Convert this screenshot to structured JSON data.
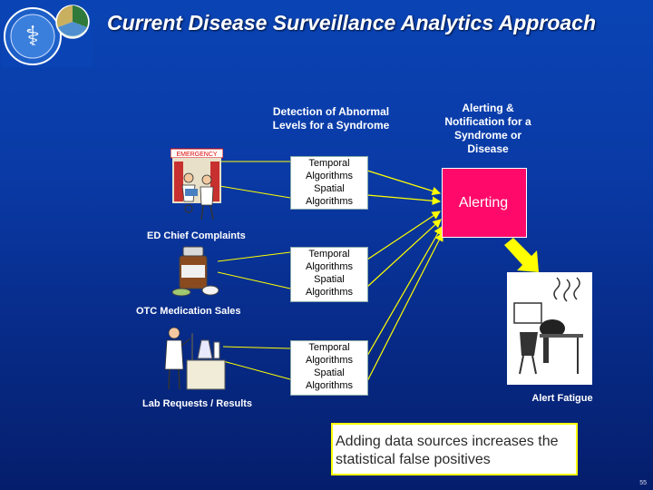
{
  "title": "Current Disease Surveillance Analytics Approach",
  "headers": {
    "detection": "Detection of Abnormal Levels for a Syndrome",
    "alerting": "Alerting & Notification for a Syndrome or Disease"
  },
  "algorithm_boxes": [
    {
      "temporal": "Temporal Algorithms",
      "spatial": "Spatial Algorithms"
    },
    {
      "temporal": "Temporal Algorithms",
      "spatial": "Spatial Algorithms"
    },
    {
      "temporal": "Temporal Algorithms",
      "spatial": "Spatial Algorithms"
    }
  ],
  "sources": {
    "ed": "ED Chief Complaints",
    "ed_sign": "EMERGENCY",
    "otc": "OTC Medication Sales",
    "lab": "Lab Requests / Results"
  },
  "alert_box_label": "Alerting",
  "alert_fatigue_label": "Alert Fatigue",
  "callout": "Adding data sources increases the statistical false positives",
  "page_number": "55",
  "colors": {
    "background": "#0a3aa6",
    "alert_box": "#ff0a6a",
    "arrows": "#ffff00",
    "callout_border": "#ffff00"
  }
}
